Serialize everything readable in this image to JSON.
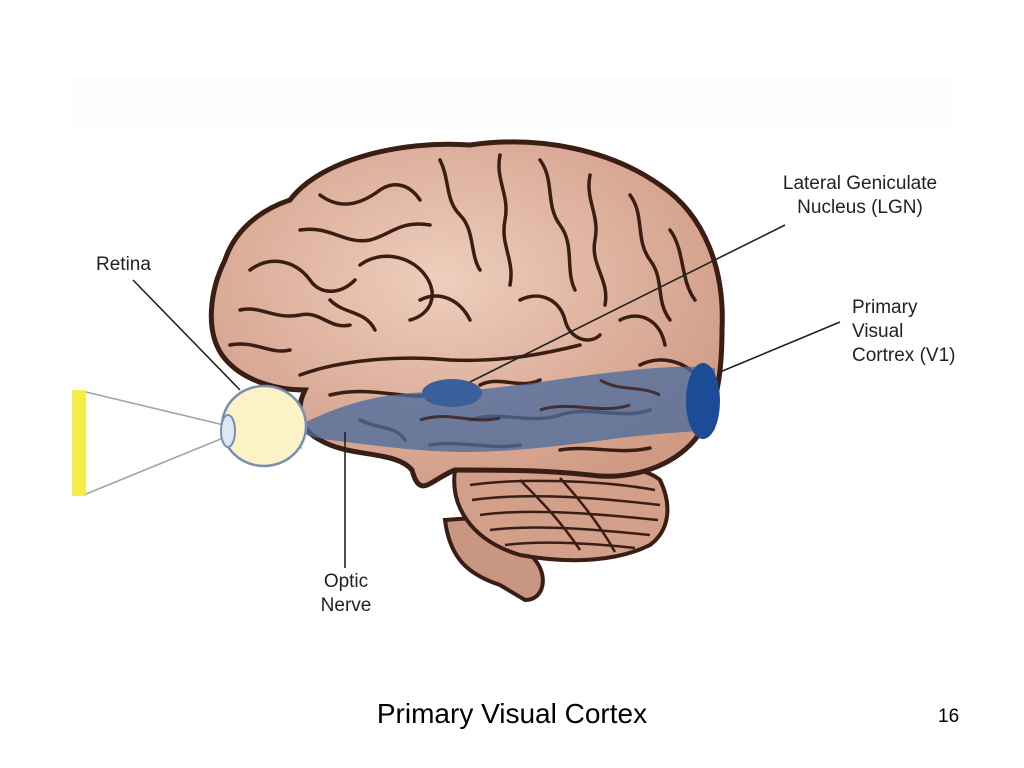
{
  "slide": {
    "title": "Primary Visual Cortex",
    "page_number": "16"
  },
  "labels": {
    "retina": "Retina",
    "lgn_line1": "Lateral Geniculate",
    "lgn_line2": "Nucleus (LGN)",
    "v1_line1": "Primary",
    "v1_line2": "Visual",
    "v1_line3": "Cortrex (V1)",
    "optic_line1": "Optic",
    "optic_line2": "Nerve"
  },
  "colors": {
    "brain_fill": "#d9a892",
    "brain_outline": "#3a1e14",
    "pathway": "#4b6b9c",
    "v1_region": "#1c4c96",
    "eye_fill": "#fbf3c6",
    "light_bar": "#f3ee4a"
  }
}
